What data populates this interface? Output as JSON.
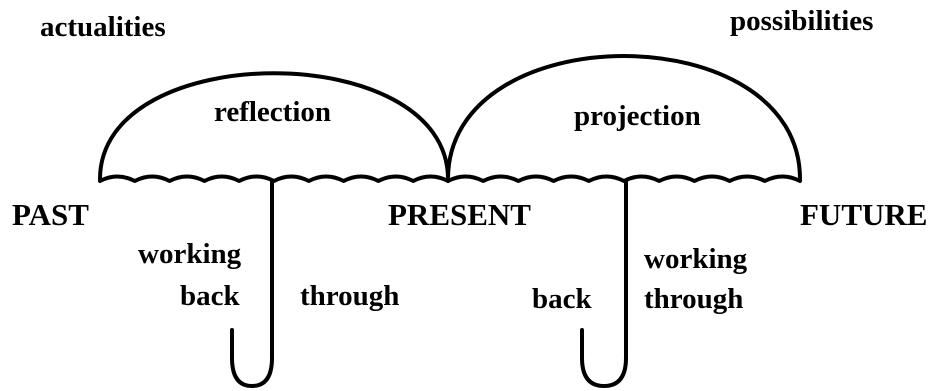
{
  "labels": {
    "actualities": "actualities",
    "possibilities": "possibilities",
    "reflection": "reflection",
    "projection": "projection",
    "past": "PAST",
    "present": "PRESENT",
    "future": "FUTURE",
    "left_working": "working",
    "left_back": "back",
    "left_through": "through",
    "right_working": "working",
    "right_back": "back",
    "right_through": "through"
  },
  "colors": {
    "ink": "#000000",
    "background": "#ffffff"
  }
}
